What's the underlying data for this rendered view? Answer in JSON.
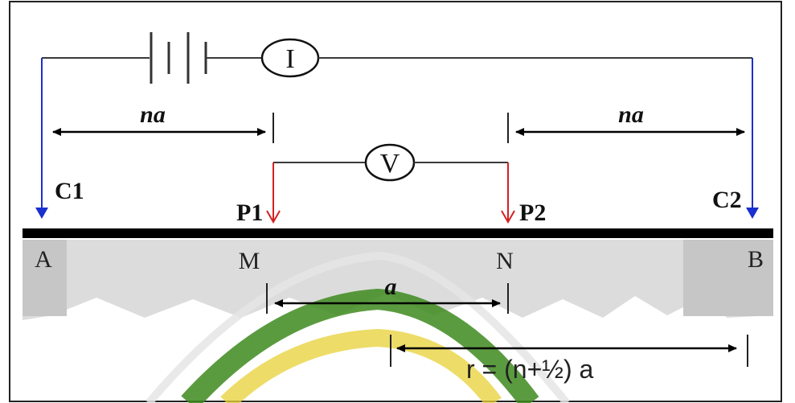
{
  "source": {
    "meter_label": "I"
  },
  "voltmeter": {
    "label": "V"
  },
  "electrodes": {
    "c1": "C1",
    "p1": "P1",
    "p2": "P2",
    "c2": "C2"
  },
  "surface_points": {
    "a": "A",
    "m": "M",
    "n": "N",
    "b": "B"
  },
  "spacing": {
    "left": "na",
    "right": "na",
    "middle": "a",
    "r_formula": "r = (n+½) a"
  },
  "colors": {
    "current_electrode": "#1a2fd0",
    "potential_electrode": "#d42020",
    "ground_line": "#000000",
    "wire": "#3a3a3a",
    "ground_shade": "#d8d8d8",
    "ground_shade_dark": "#c4c4c4",
    "watermark_green": "#3f8a1f",
    "watermark_yellow": "#e8d23a"
  }
}
